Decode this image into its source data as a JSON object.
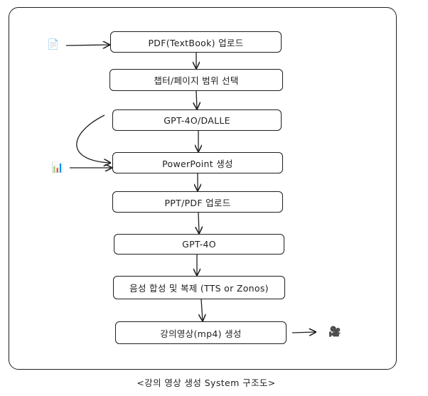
{
  "diagram": {
    "nodes": {
      "pdf_upload": "PDF(TextBook) 업로드",
      "chapter_select": "챕터/페이지 범위 선택",
      "gpt_dalle": "GPT-4O/DALLE",
      "ppt_generate": "PowerPoint 생성",
      "ppt_pdf_upload": "PPT/PDF 업로드",
      "gpt4o": "GPT-4O",
      "tts": "음성 합성 및 복제 (TTS or Zonos)",
      "video_generate": "강의영상(mp4) 생성"
    },
    "icons": {
      "document": "📄",
      "chart": "📊",
      "video": "🎥"
    },
    "caption": "<강의 영상 생성 System 구조도>"
  }
}
